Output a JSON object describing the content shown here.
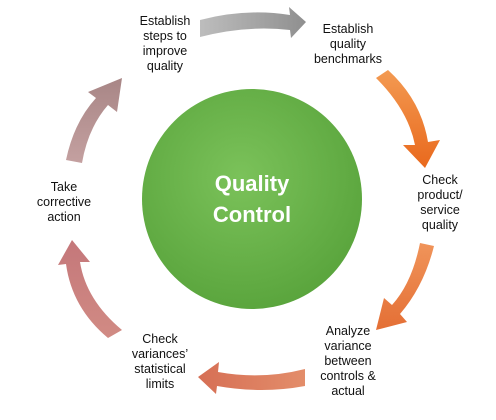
{
  "center": {
    "line1": "Quality",
    "line2": "Control",
    "color": "#6ab04c"
  },
  "steps": [
    {
      "lines": [
        "Establish",
        "steps to",
        "improve",
        "quality"
      ]
    },
    {
      "lines": [
        "Establish",
        "quality",
        "benchmarks"
      ]
    },
    {
      "lines": [
        "Check",
        "product/",
        "service",
        "quality"
      ]
    },
    {
      "lines": [
        "Analyze",
        "variance",
        "between",
        "controls &",
        "actual"
      ]
    },
    {
      "lines": [
        "Check",
        "variances’",
        "statistical",
        "limits"
      ]
    },
    {
      "lines": [
        "Take",
        "corrective",
        "action"
      ]
    }
  ],
  "arrow_colors": [
    "#a6a6a6",
    "#ee7b2b",
    "#e98344",
    "#dd8367",
    "#d18b84",
    "#b49a9a"
  ]
}
